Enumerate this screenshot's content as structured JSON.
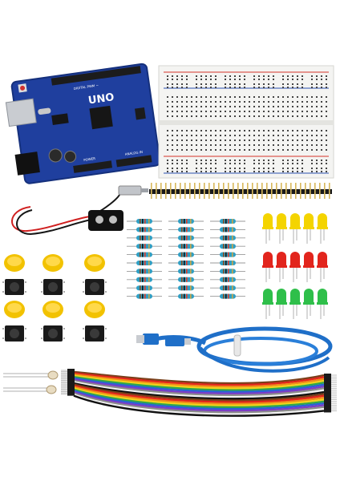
{
  "board": {
    "logo": "UNO",
    "digital_label": "DIGITAL PWM ~",
    "power_label": "POWER",
    "analog_label": "ANALOG IN",
    "colors": {
      "pcb": "#1f3f9e",
      "header": "#1c1c1c",
      "usb": "#c9ccd1"
    }
  },
  "breadboard": {
    "colors": {
      "body": "#f4f4f2",
      "rail_red": "#d6332a",
      "rail_blue": "#2a4fb0"
    }
  },
  "kit_colors": {
    "cap_yellow": "#f2c200",
    "led_yellow": "#f4d400",
    "led_red": "#e2251d",
    "led_green": "#2fbf4a",
    "resistor_body": "#2f9fc4",
    "usb_cable": "#1f6fc8"
  },
  "icons": [
    "battery-clip-icon",
    "push-button-icon",
    "resistor-icon",
    "led-icon",
    "usb-cable-icon",
    "jumper-wires-icon",
    "ldr-icon",
    "pin-header-icon"
  ]
}
